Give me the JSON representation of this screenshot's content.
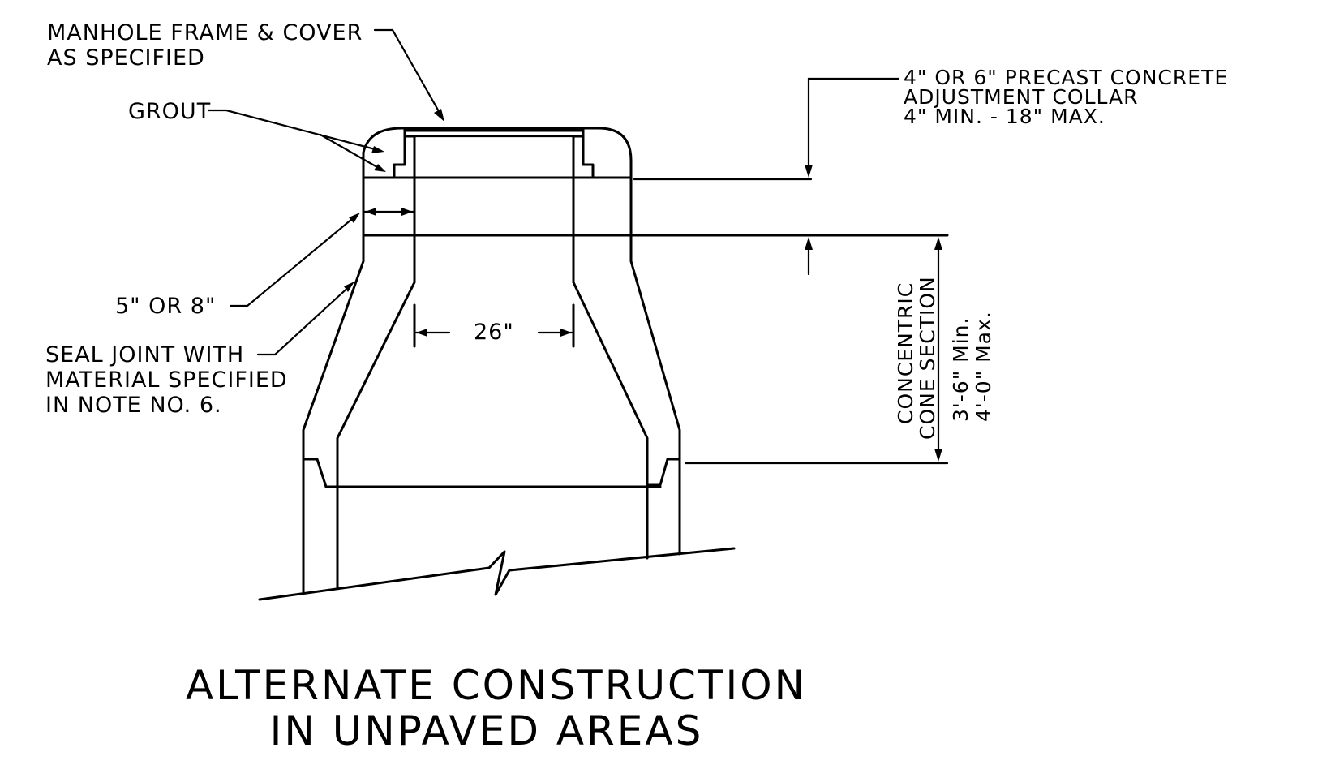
{
  "labels": {
    "manhole_frame": [
      "MANHOLE FRAME & COVER",
      "AS SPECIFIED"
    ],
    "grout": "GROUT",
    "collar": [
      "4\" OR 6\" PRECAST CONCRETE",
      "ADJUSTMENT COLLAR",
      "4\" MIN. - 18\" MAX."
    ],
    "wall_thickness": "5\" OR 8\"",
    "seal_joint": [
      "SEAL JOINT WITH",
      "MATERIAL SPECIFIED",
      "IN NOTE NO. 6."
    ],
    "opening": "26\"",
    "cone_section": [
      "CONCENTRIC",
      "CONE SECTION"
    ],
    "cone_height": [
      "3'-6\" Min.",
      "4'-0\" Max."
    ]
  },
  "title": [
    "ALTERNATE CONSTRUCTION",
    "IN UNPAVED AREAS"
  ]
}
